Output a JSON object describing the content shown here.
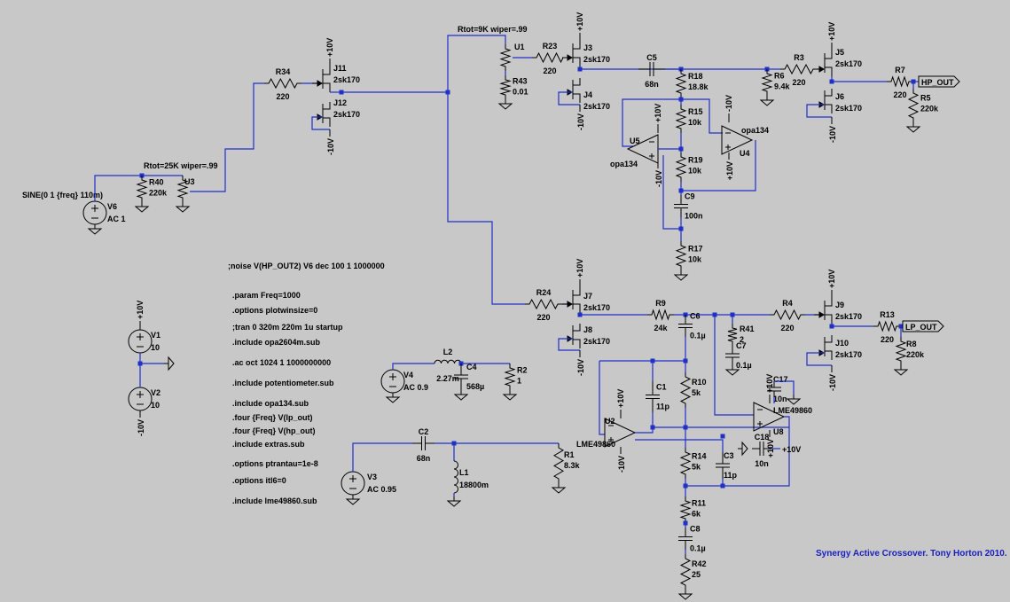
{
  "directives": [
    ";noise V(HP_OUT2) V6 dec 100 1 1000000",
    ".param Freq=1000",
    ".options plotwinsize=0",
    ";tran 0 320m 220m 1u startup",
    ".include opa2604m.sub",
    ".ac oct 1024 1 1000000000",
    ".include potentiometer.sub",
    ".include opa134.sub",
    ".four {Freq} V(lp_out)",
    ".four {Freq} V(hp_out)",
    ".include extras.sub",
    ".options ptrantau=1e-8",
    ".options itl6=0",
    ".include lme49860.sub"
  ],
  "credit": "Synergy Active Crossover. Tony Horton 2010.",
  "components": {
    "V6": {
      "name": "V6",
      "value": "AC 1",
      "label": "SINE(0 1 {freq} 110m)"
    },
    "V1": {
      "name": "V1",
      "value": "10"
    },
    "V2": {
      "name": "V2",
      "value": "10"
    },
    "V3": {
      "name": "V3",
      "value": "AC 0.95"
    },
    "V4": {
      "name": "V4",
      "value": "AC 0.9"
    },
    "R40": {
      "name": "R40",
      "value": "220k"
    },
    "U3": {
      "name": "U3",
      "label": "Rtot=25K wiper=.99"
    },
    "R34": {
      "name": "R34",
      "value": "220"
    },
    "J11": {
      "name": "J11",
      "value": "2sk170"
    },
    "J12": {
      "name": "J12",
      "value": "2sk170"
    },
    "U1": {
      "name": "U1",
      "label": "Rtot=9K wiper=.99"
    },
    "R43": {
      "name": "R43",
      "value": "0.01"
    },
    "R23": {
      "name": "R23",
      "value": "220"
    },
    "J3": {
      "name": "J3",
      "value": "2sk170"
    },
    "J4": {
      "name": "J4",
      "value": "2sk170"
    },
    "C5": {
      "name": "C5",
      "value": "68n"
    },
    "R18": {
      "name": "R18",
      "value": "18.8k"
    },
    "R15": {
      "name": "R15",
      "value": "10k"
    },
    "R19": {
      "name": "R19",
      "value": "10k"
    },
    "C9": {
      "name": "C9",
      "value": "100n"
    },
    "R17": {
      "name": "R17",
      "value": "10k"
    },
    "U5": {
      "name": "U5",
      "value": "opa134"
    },
    "U4": {
      "name": "U4",
      "value": "opa134"
    },
    "R6": {
      "name": "R6",
      "value": "9.4k"
    },
    "R3": {
      "name": "R3",
      "value": "220"
    },
    "J5": {
      "name": "J5",
      "value": "2sk170"
    },
    "J6": {
      "name": "J6",
      "value": "2sk170"
    },
    "R7": {
      "name": "R7",
      "value": "220"
    },
    "R5": {
      "name": "R5",
      "value": "220k"
    },
    "R24": {
      "name": "R24",
      "value": "220"
    },
    "J7": {
      "name": "J7",
      "value": "2sk170"
    },
    "J8": {
      "name": "J8",
      "value": "2sk170"
    },
    "R9": {
      "name": "R9",
      "value": "24k"
    },
    "C6": {
      "name": "C6",
      "value": "0.1µ"
    },
    "R41": {
      "name": "R41",
      "value": "2"
    },
    "C7": {
      "name": "C7",
      "value": "0.1µ"
    },
    "R4": {
      "name": "R4",
      "value": "220"
    },
    "J9": {
      "name": "J9",
      "value": "2sk170"
    },
    "J10": {
      "name": "J10",
      "value": "2sk170"
    },
    "R13": {
      "name": "R13",
      "value": "220"
    },
    "R8": {
      "name": "R8",
      "value": "220k"
    },
    "C17": {
      "name": "C17",
      "value": "10n"
    },
    "U8": {
      "name": "U8",
      "value": "LME49860"
    },
    "C18": {
      "name": "C18",
      "value": "10n"
    },
    "R10": {
      "name": "R10",
      "value": "5k"
    },
    "C1": {
      "name": "C1",
      "value": "11p"
    },
    "U2": {
      "name": "U2",
      "value": "LME49860"
    },
    "R14": {
      "name": "R14",
      "value": "5k"
    },
    "C3": {
      "name": "C3",
      "value": "11p"
    },
    "R11": {
      "name": "R11",
      "value": "6k"
    },
    "C8": {
      "name": "C8",
      "value": "0.1µ"
    },
    "R42": {
      "name": "R42",
      "value": "25"
    },
    "L2": {
      "name": "L2",
      "value": "2.27m"
    },
    "C4": {
      "name": "C4",
      "value": "568µ"
    },
    "R2": {
      "name": "R2",
      "value": "1"
    },
    "C2": {
      "name": "C2",
      "value": "68n"
    },
    "L1": {
      "name": "L1",
      "value": "18800m"
    },
    "R1": {
      "name": "R1",
      "value": "8.3k"
    }
  },
  "nets": {
    "hp_out": "HP_OUT",
    "lp_out": "LP_OUT"
  },
  "rails": {
    "pos": "+10V",
    "neg": "-10V"
  }
}
